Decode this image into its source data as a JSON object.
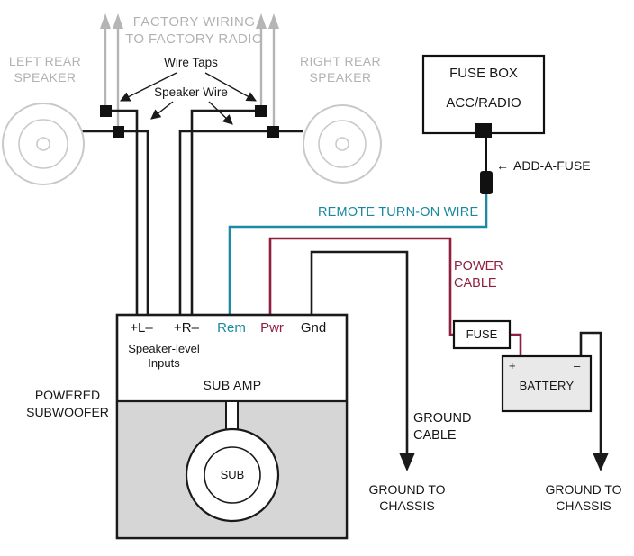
{
  "colors": {
    "speaker_wire": "#1a1a1a",
    "remote_turn_on_wire": "#1a8ba3",
    "power_cable_wire": "#8e1f3f",
    "factory_wiring_gray": "#b5b5b5",
    "subwoofer_fill": "#d6d6d6",
    "battery_fill": "#e9e9e9"
  },
  "labels": {
    "factory_wiring": "FACTORY WIRING\nTO FACTORY RADIO",
    "left_speaker": "LEFT REAR\nSPEAKER",
    "right_speaker": "RIGHT REAR\nSPEAKER",
    "wire_taps": "Wire Taps",
    "speaker_wire": "Speaker Wire",
    "add_a_fuse_arrow": "←",
    "add_a_fuse": "ADD-A-FUSE",
    "remote_turn_on": "REMOTE TURN-ON WIRE",
    "power_cable": "POWER\nCABLE",
    "ground_cable": "GROUND\nCABLE",
    "ground_to_chassis_amp": "GROUND TO\nCHASSIS",
    "ground_to_chassis_battery": "GROUND TO\nCHASSIS",
    "powered_subwoofer": "POWERED\nSUBWOOFER"
  },
  "fuse_box": {
    "title": "FUSE BOX",
    "circuit": "ACC/RADIO"
  },
  "amp": {
    "terminals": [
      "+L–",
      "+R–",
      "Rem",
      "Pwr",
      "Gnd"
    ],
    "inputs": "Speaker-level\nInputs",
    "name": "SUB AMP",
    "sub": "SUB"
  },
  "inline_fuse": {
    "label": "FUSE"
  },
  "battery": {
    "label": "BATTERY",
    "positive": "+",
    "negative": "–"
  }
}
